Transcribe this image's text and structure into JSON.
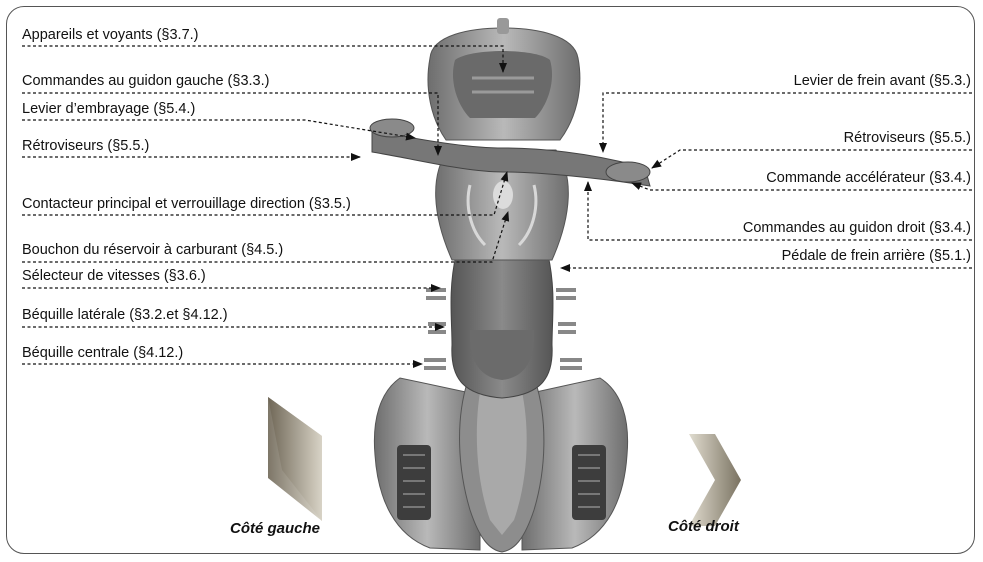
{
  "labels_left": [
    "Appareils et voyants (§3.7.)",
    "Commandes au guidon gauche (§3.3.)",
    "Levier d’embrayage (§5.4.)",
    "Rétroviseurs (§5.5.)",
    "Contacteur principal et verrouillage direction (§3.5.)",
    "Bouchon du réservoir à carburant (§4.5.)",
    "Sélecteur de vitesses (§3.6.)",
    "Béquille latérale (§3.2.et §4.12.)",
    "Béquille centrale (§4.12.)"
  ],
  "labels_right": [
    "Levier de frein avant (§5.3.)",
    "Rétroviseurs (§5.5.)",
    "Commande accélérateur (§3.4.)",
    "Commandes au guidon droit (§3.4.)",
    "Pédale de frein arrière (§5.1.)"
  ],
  "side_left": "Côté gauche",
  "side_right": "Côté droit",
  "colors": {
    "frame": "#555555",
    "text": "#111111",
    "arrow_fill": "#8c8472",
    "body": "#9a9a9a"
  }
}
